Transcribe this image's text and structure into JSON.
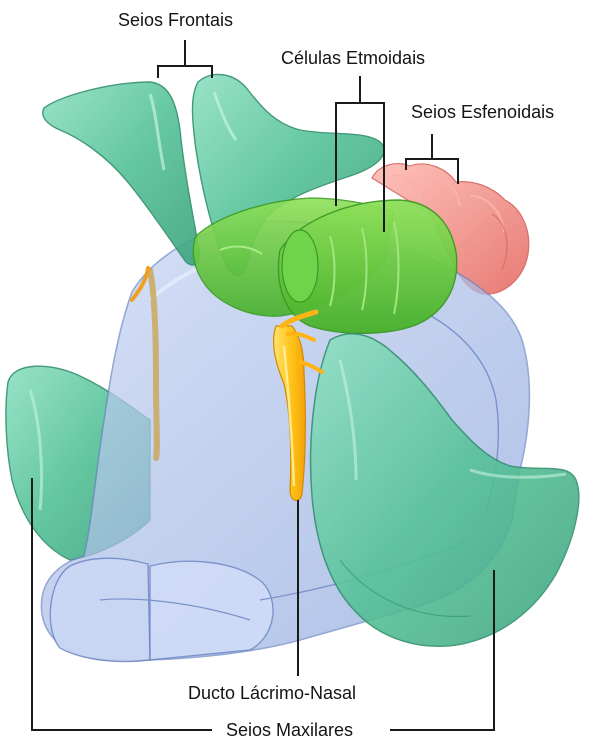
{
  "labels": {
    "frontal_sinuses": "Seios Frontais",
    "ethmoid_cells": "Células Etmoidais",
    "sphenoid_sinuses": "Seios Esfenoidais",
    "nasolacrimal_duct": "Ducto Lácrimo-Nasal",
    "maxillary_sinuses": "Seios Maxilares"
  },
  "colors": {
    "frontal_maxillary": "#5ec6a0",
    "ethmoid": "#5fc83a",
    "sphenoid": "#f08a86",
    "nasal_cavity": "#9fb6e6",
    "duct": "#ffc21a",
    "leader_lines": "#1a1a1a"
  }
}
